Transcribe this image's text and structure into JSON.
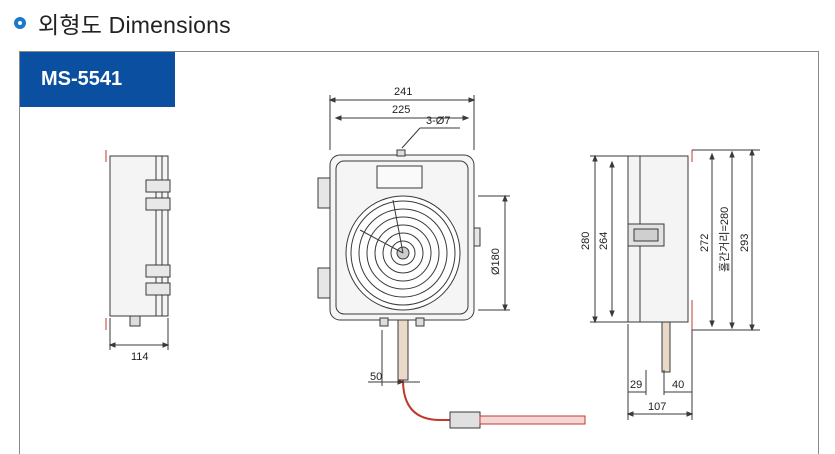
{
  "header": {
    "title": "외형도 Dimensions",
    "bullet_color": "#1e78c8"
  },
  "model": {
    "label": "MS-5541",
    "tab_color": "#0b4fa0"
  },
  "dimensions": {
    "side_left_width": "114",
    "front_overall_width": "241",
    "front_body_width": "225",
    "mounting_holes": "3-Ø7",
    "dial_diameter": "Ø180",
    "probe_offset": "50",
    "side_right_height_overall": "280",
    "side_right_height_inner": "264",
    "side_right_height_272": "272",
    "mounting_distance": "홀간거리=280",
    "side_right_height_total": "293",
    "side_right_depth_29": "29",
    "side_right_depth_40": "40",
    "side_right_depth_107": "107"
  }
}
